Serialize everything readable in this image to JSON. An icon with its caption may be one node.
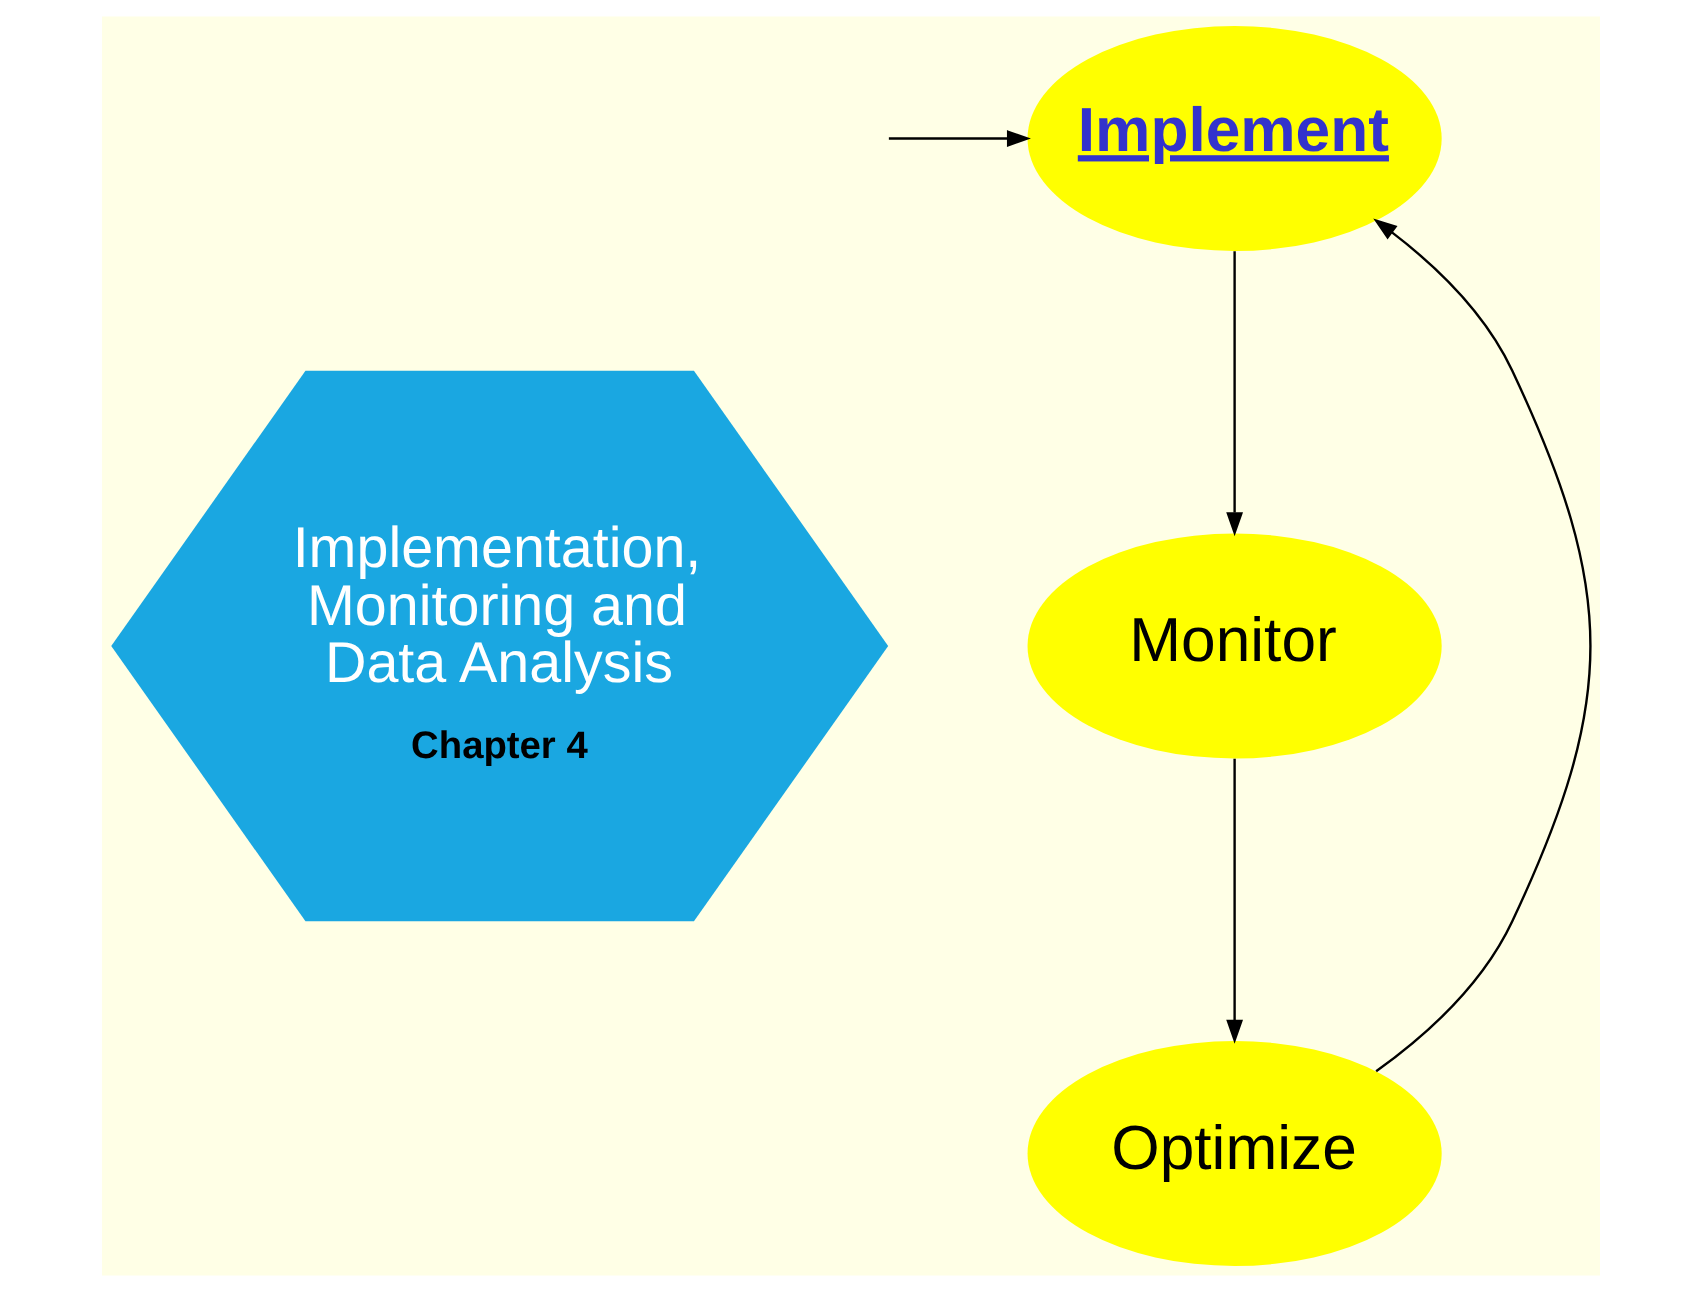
{
  "diagram": {
    "nodes": [
      {
        "text": [
          "Implementation, Monitoring and Data Analysis",
          "Chapter 4"
        ]
      },
      {
        "text": [
          "Implement"
        ]
      },
      {
        "text": [
          "Monitor"
        ]
      },
      {
        "text": [
          "Optimize"
        ]
      }
    ],
    "edges": [
      {
        "from": null,
        "to": 1,
        "arrow": "to"
      },
      {
        "from": 1,
        "to": 2,
        "arrow": "to"
      },
      {
        "from": 2,
        "to": 3,
        "arrow": "to"
      },
      {
        "from": 3,
        "to": 1,
        "arrow": "to"
      }
    ]
  }
}
